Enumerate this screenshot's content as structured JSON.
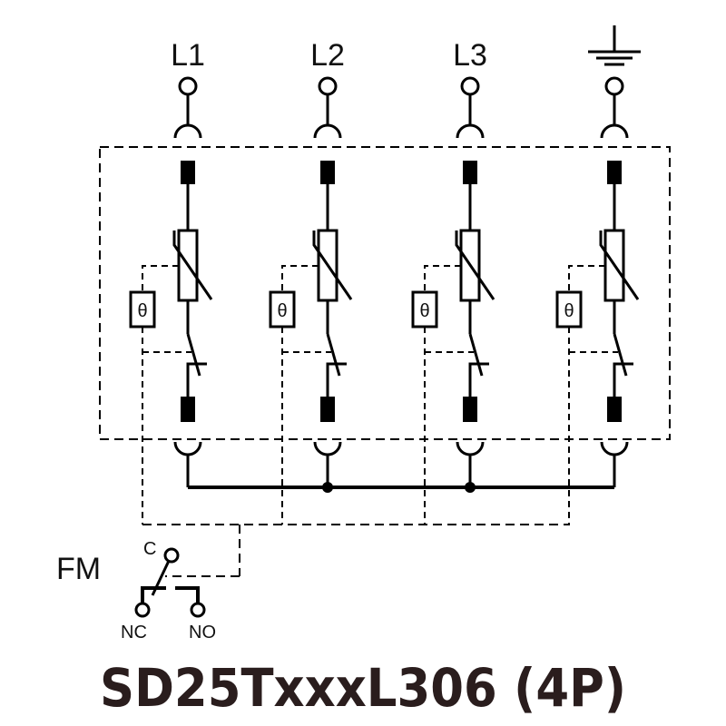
{
  "diagram": {
    "title": "SD25TxxxL306 (4P)",
    "poles": [
      {
        "label": "L1",
        "type": "line"
      },
      {
        "label": "L2",
        "type": "line"
      },
      {
        "label": "L3",
        "type": "line"
      },
      {
        "label": "",
        "type": "ground",
        "icon": "ground-icon"
      }
    ],
    "thermal_symbol": "θ",
    "remote_signal": {
      "label": "FM",
      "common_label": "C",
      "nc_label": "NC",
      "no_label": "NO"
    },
    "junction_dots_on_poles": [
      2,
      3
    ],
    "colors": {
      "line": "#000000",
      "title": "#2a1d1d",
      "background": "#ffffff"
    }
  }
}
